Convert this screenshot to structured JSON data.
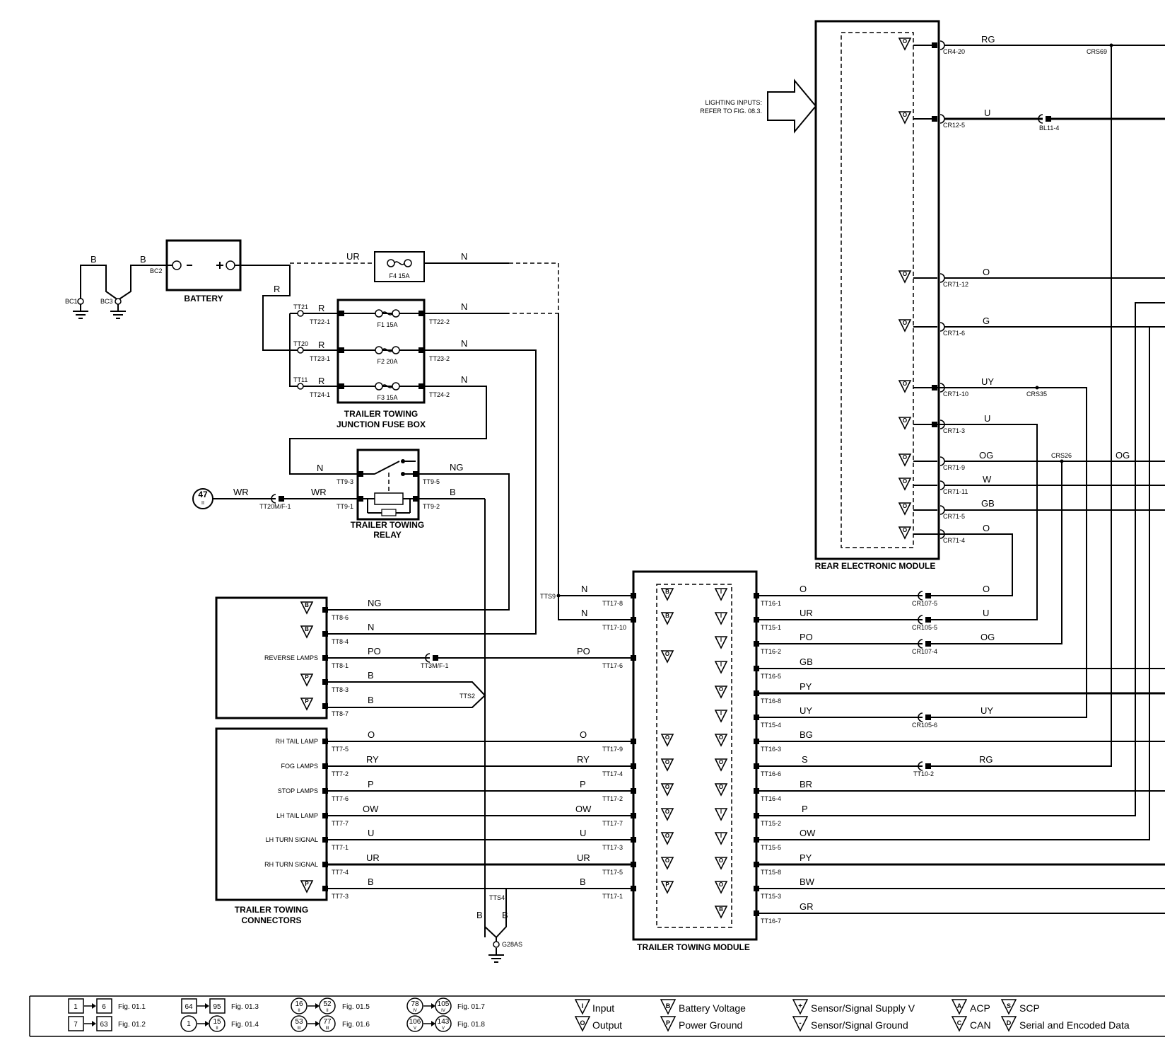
{
  "components": {
    "battery": "BATTERY",
    "fuse_box": [
      "TRAILER TOWING",
      "JUNCTION FUSE BOX"
    ],
    "relay": [
      "TRAILER TOWING",
      "RELAY"
    ],
    "connectors": [
      "TRAILER TOWING",
      "CONNECTORS"
    ],
    "module": "TRAILER TOWING MODULE",
    "rem": "REAR ELECTRONIC MODULE",
    "lighting_note": [
      "LIGHTING INPUTS:",
      "REFER TO FIG. 08.3."
    ],
    "ref_circle": {
      "top": "47",
      "bottom": "II"
    }
  },
  "fuses": {
    "f4": "F4 15A",
    "f1": "F1 15A",
    "f2": "F2 20A",
    "f3": "F3 15A"
  },
  "wire_colors": {
    "b1": "B",
    "b2": "B",
    "ur_top": "UR",
    "n_top": "N",
    "r_main": "R",
    "r1": "R",
    "r2": "R",
    "r3": "R",
    "n1": "N",
    "n2": "N",
    "n3": "N",
    "relay_n": "N",
    "relay_ng": "NG",
    "relay_wr1": "WR",
    "relay_wr2": "WR",
    "relay_b": "B",
    "c_ng": "NG",
    "c_n": "N",
    "c_po": "PO",
    "c_b1": "B",
    "c_b2": "B",
    "m_n1": "N",
    "m_n2": "N",
    "m_po": "PO",
    "t_o": "O",
    "t_ry": "RY",
    "t_p": "P",
    "t_ow": "OW",
    "t_u": "U",
    "t_ur": "UR",
    "t_b": "B",
    "m_o": "O",
    "m_ry": "RY",
    "m_p": "P",
    "m_ow": "OW",
    "m_u": "U",
    "m_ur": "UR",
    "m_b": "B",
    "g_b1": "B",
    "g_b2": "B",
    "r_o": "O",
    "r_ur": "UR",
    "r_po": "PO",
    "r_gb": "GB",
    "r_py": "PY",
    "r_uy": "UY",
    "r_bg": "BG",
    "r_s": "S",
    "r_br": "BR",
    "r_p": "P",
    "r_ow": "OW",
    "r_py2": "PY",
    "r_bw": "BW",
    "r_gr": "GR",
    "x_o": "O",
    "x_u": "U",
    "x_og": "OG",
    "x_uy": "UY",
    "x_rg": "RG",
    "rem_rg": "RG",
    "rem_u": "U",
    "rem_o": "O",
    "rem_g": "G",
    "rem_uy": "UY",
    "rem_u2": "U",
    "rem_og": "OG",
    "rem_og2": "OG",
    "rem_w": "W",
    "rem_gb": "GB",
    "rem_o2": "O"
  },
  "pins": {
    "bc2": "BC2",
    "bc1": "BC1",
    "bc3": "BC3",
    "tt21": "TT21",
    "tt20": "TT20",
    "tt11": "TT11",
    "tt22_1": "TT22-1",
    "tt23_1": "TT23-1",
    "tt24_1": "TT24-1",
    "tt22_2": "TT22-2",
    "tt23_2": "TT23-2",
    "tt24_2": "TT24-2",
    "tt9_3": "TT9-3",
    "tt9_1": "TT9-1",
    "tt9_5": "TT9-5",
    "tt9_2": "TT9-2",
    "tt20mf": "TT20M/F-1",
    "tt3mf": "TT3M/F-1",
    "tt8_6": "TT8-6",
    "tt8_4": "TT8-4",
    "tt8_1": "TT8-1",
    "tt8_3": "TT8-3",
    "tt8_7": "TT8-7",
    "tts2": "TTS2",
    "tts9": "TTS9",
    "tts4": "TTS4",
    "g28as": "G28AS",
    "tt7_5a": "TT7-5",
    "tt7_2": "TT7-2",
    "tt7_6": "TT7-6",
    "tt7_7": "TT7-7",
    "tt7_1": "TT7-1",
    "tt7_4": "TT7-4",
    "tt7_3": "TT7-3",
    "tt17_8": "TT17-8",
    "tt17_10": "TT17-10",
    "tt17_6": "TT17-6",
    "tt17_9": "TT17-9",
    "tt17_4": "TT17-4",
    "tt17_2": "TT17-2",
    "tt17_7": "TT17-7",
    "tt17_3": "TT17-3",
    "tt17_5": "TT17-5",
    "tt17_1": "TT17-1",
    "tt16_1": "TT16-1",
    "tt15_1": "TT15-1",
    "tt16_2": "TT16-2",
    "tt16_5": "TT16-5",
    "tt16_8": "TT16-8",
    "tt15_4": "TT15-4",
    "tt16_3": "TT16-3",
    "tt16_6": "TT16-6",
    "tt16_4": "TT16-4",
    "tt15_2": "TT15-2",
    "tt15_5": "TT15-5",
    "tt15_8": "TT15-8",
    "tt15_3": "TT15-3",
    "tt16_7": "TT16-7",
    "cr107_5": "CR107-5",
    "cr105_5": "CR105-5",
    "cr107_4": "CR107-4",
    "cr105_6": "CR105-6",
    "tt10_2": "TT10-2",
    "cr4_20": "CR4-20",
    "cr12_5": "CR12-5",
    "bl11_4": "BL11-4",
    "crs69": "CRS69",
    "cr71_12": "CR71-12",
    "cr71_6": "CR71-6",
    "cr71_10": "CR71-10",
    "crs35": "CRS35",
    "cr71_3": "CR71-3",
    "cr71_9": "CR71-9",
    "crs26": "CRS26",
    "cr71_11": "CR71-11",
    "cr71_5": "CR71-5",
    "cr71_4": "CR71-4"
  },
  "connector_labels": {
    "reverse": "REVERSE LAMPS",
    "rh_tail": "RH TAIL LAMP",
    "fog": "FOG LAMPS",
    "stop": "STOP LAMPS",
    "lh_tail": "LH TAIL LAMP",
    "lh_turn": "LH TURN SIGNAL",
    "rh_turn": "RH TURN SIGNAL"
  },
  "symbols": {
    "b": "B",
    "p": "P",
    "o": "O",
    "i": "I",
    "plus": "+",
    "minus": "-",
    "a": "A",
    "s": "S",
    "c": "C",
    "d": "D"
  },
  "legend": {
    "r1a": "1",
    "r1b": "6",
    "f1": "Fig. 01.1",
    "r2a": "7",
    "r2b": "63",
    "f2": "Fig. 01.2",
    "r3a": "64",
    "r3b": "95",
    "f3": "Fig. 01.3",
    "r4a": "1",
    "r4b": "15",
    "f4": "Fig. 01.4",
    "r5a": "16",
    "r5b": "52",
    "f5": "Fig. 01.5",
    "r6a": "53",
    "r6b": "77",
    "f6": "Fig. 01.6",
    "r7a": "78",
    "r7b": "105",
    "f7": "Fig. 01.7",
    "r8a": "106",
    "r8b": "143",
    "f8": "Fig. 01.8",
    "sub_ii": "II",
    "sub_iii": "III",
    "sub_iv": "IV",
    "sub_v": "V",
    "input": "Input",
    "output": "Output",
    "battery_voltage": "Battery Voltage",
    "power_ground": "Power Ground",
    "sensor_supply": "Sensor/Signal Supply V",
    "sensor_ground": "Sensor/Signal Ground",
    "acp": "ACP",
    "can": "CAN",
    "scp": "SCP",
    "serial": "Serial and Encoded Data"
  }
}
